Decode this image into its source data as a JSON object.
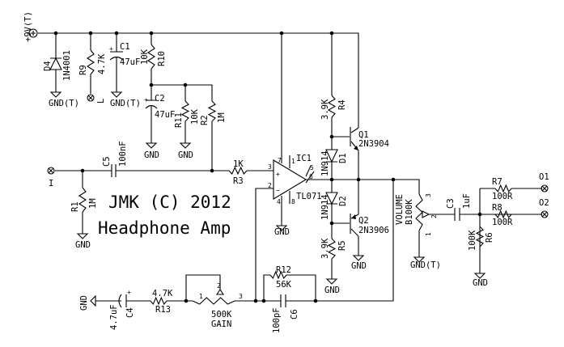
{
  "supply": {
    "label": "+9V(T)"
  },
  "title": {
    "line1": "JMK (C) 2012",
    "line2": "Headphone Amp"
  },
  "gnd": "GND",
  "gnd_t": "GND(T)",
  "components": {
    "D4": {
      "ref": "D4",
      "value": "1N4001"
    },
    "R9": {
      "ref": "R9",
      "value": "4.7K"
    },
    "L": {
      "ref": "L"
    },
    "C1": {
      "ref": "C1",
      "value": "47uF"
    },
    "R10": {
      "ref": "R10",
      "value": "10K"
    },
    "C2": {
      "ref": "C2",
      "value": "47uF"
    },
    "R11": {
      "ref": "R11",
      "value": "10K"
    },
    "R2": {
      "ref": "R2",
      "value": "1M"
    },
    "C5": {
      "ref": "C5",
      "value": "100nF"
    },
    "I": {
      "ref": "I"
    },
    "R1": {
      "ref": "R1",
      "value": "1M"
    },
    "R3": {
      "ref": "R3",
      "value": "1K"
    },
    "IC1": {
      "ref": "IC1",
      "value": "TL071",
      "pins": [
        "7",
        "1",
        "5",
        "6",
        "3",
        "2",
        "4",
        "8"
      ]
    },
    "R4": {
      "ref": "R4",
      "value": "3.9K"
    },
    "Q1": {
      "ref": "Q1",
      "value": "2N3904"
    },
    "D1": {
      "ref": "D1",
      "value": "1N914"
    },
    "D2": {
      "ref": "D2",
      "value": "1N914"
    },
    "Q2": {
      "ref": "Q2",
      "value": "2N3906"
    },
    "R5": {
      "ref": "R5",
      "value": "3.9K"
    },
    "VOL": {
      "ref": "VOLUME",
      "value": "B100K",
      "pins": [
        "3",
        "2",
        "1"
      ]
    },
    "C3": {
      "ref": "C3",
      "value": "1uF"
    },
    "R7": {
      "ref": "R7",
      "value": "100R"
    },
    "R8": {
      "ref": "R8",
      "value": "100R"
    },
    "O1": {
      "ref": "O1"
    },
    "O2": {
      "ref": "O2"
    },
    "R6": {
      "ref": "R6",
      "value": "100K"
    },
    "C4": {
      "ref": "C4",
      "value": "4.7uF"
    },
    "R13": {
      "ref": "R13",
      "value": "4.7K"
    },
    "GAIN": {
      "ref": "GAIN",
      "value": "500K",
      "pins": [
        "1",
        "2",
        "3"
      ]
    },
    "R12": {
      "ref": "R12",
      "value": "56K"
    },
    "C6": {
      "ref": "C6",
      "value": "100pF"
    }
  }
}
